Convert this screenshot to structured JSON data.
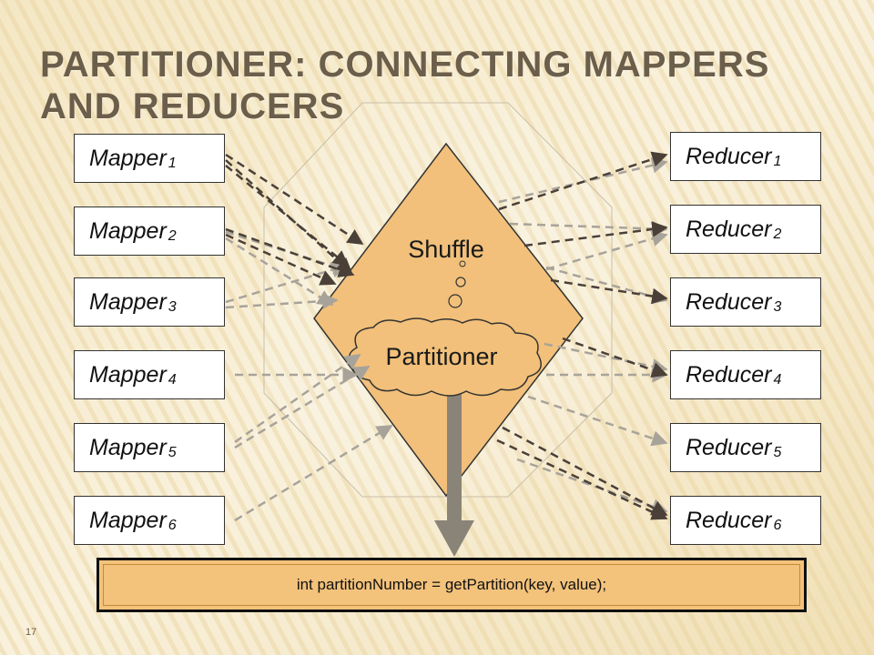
{
  "slide": {
    "title": "Partitioner: Connecting Mappers and Reducers",
    "page_number": "17"
  },
  "mappers": [
    {
      "label": "Mapper",
      "sub": "1"
    },
    {
      "label": "Mapper",
      "sub": "2"
    },
    {
      "label": "Mapper",
      "sub": "3"
    },
    {
      "label": "Mapper",
      "sub": "4"
    },
    {
      "label": "Mapper",
      "sub": "5"
    },
    {
      "label": "Mapper",
      "sub": "6"
    }
  ],
  "reducers": [
    {
      "label": "Reducer",
      "sub": "1"
    },
    {
      "label": "Reducer",
      "sub": "2"
    },
    {
      "label": "Reducer",
      "sub": "3"
    },
    {
      "label": "Reducer",
      "sub": "4"
    },
    {
      "label": "Reducer",
      "sub": "5"
    },
    {
      "label": "Reducer",
      "sub": "6"
    }
  ],
  "shuffle": {
    "label": "Shuffle"
  },
  "partitioner": {
    "label": "Partitioner"
  },
  "code": {
    "text": "int partitionNumber = getPartition(key, value);"
  },
  "colors": {
    "diamond_fill": "#f2c07a",
    "arrow_dark": "#4a4038",
    "arrow_light": "#a8a39a",
    "code_fill": "#f3c27b",
    "title": "#6b5e4a"
  }
}
